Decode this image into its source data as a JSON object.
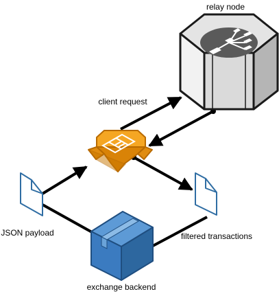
{
  "colors": {
    "edge": "#000000",
    "relay_fill": "#e8e8e8",
    "relay_stroke": "#1a1a1a",
    "firewall_fill": "#f09a12",
    "firewall_stroke": "#b86a00",
    "doc_stroke": "#2f6da3",
    "box_fill": "#3b7bc0",
    "box_stroke": "#1f4e80"
  },
  "nodes": {
    "relay": {
      "label": "relay node",
      "icon": "hexagonal-server-with-network-icon"
    },
    "gateway": {
      "label": "",
      "icon": "firewall-brick-icon"
    },
    "json_doc": {
      "label": "JSON payload",
      "icon": "document-icon"
    },
    "filtered_doc": {
      "label": "filtered transactions",
      "icon": "document-icon"
    },
    "backend": {
      "label": "exchange backend",
      "icon": "cube-box-icon"
    }
  },
  "edges": {
    "client_request": {
      "label": "client request"
    }
  }
}
